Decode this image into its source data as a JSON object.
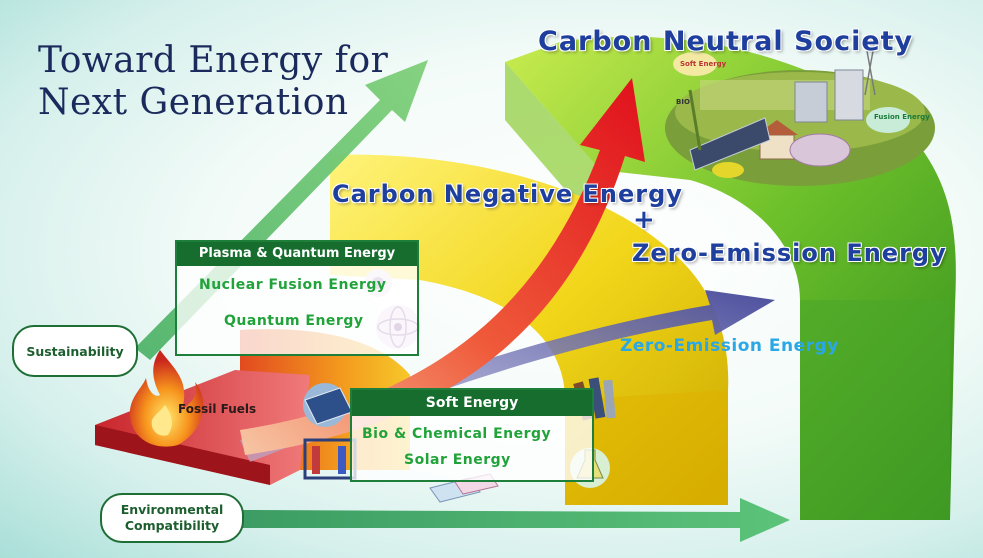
{
  "title": {
    "line1": "Toward Energy for",
    "line2": "Next Generation"
  },
  "goal": "Carbon Neutral Society",
  "carbon_negative": "Carbon Negative Energy",
  "plus": "+",
  "zero_emission_upper": "Zero-Emission Energy",
  "zero_emission_lower": "Zero-Emission Energy",
  "plasma_box": {
    "header": "Plasma & Quantum Energy",
    "items": [
      "Nuclear Fusion Energy",
      "Quantum Energy"
    ]
  },
  "soft_box": {
    "header": "Soft Energy",
    "items": [
      "Bio & Chemical Energy",
      "Solar Energy"
    ]
  },
  "fossil": "Fossil Fuels",
  "sustainability": "Sustainability",
  "environmental": {
    "line1": "Environmental",
    "line2": "Compatibility"
  },
  "scene_labels": {
    "soft": "Soft Energy",
    "fusion": "Fusion Energy",
    "bio": "BIO"
  },
  "colors": {
    "title": "#1b2a5c",
    "headline": "#1f3f9e",
    "box_header": "#166d2e",
    "label_green": "#21a33a",
    "zero_emission_cyan": "#2aa7e6"
  }
}
